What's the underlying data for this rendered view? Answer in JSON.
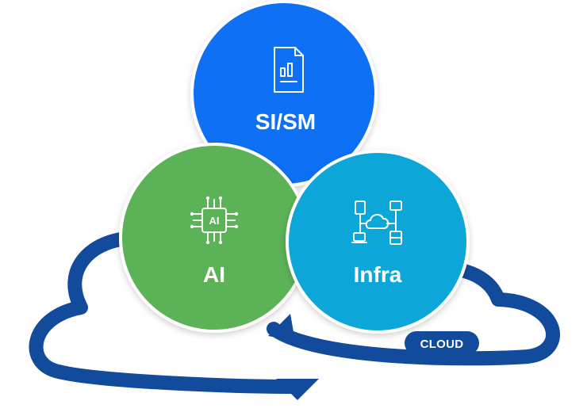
{
  "diagram": {
    "colors": {
      "cloud_outline": "#124a9c",
      "si_sm_circle": "#0a6ff5",
      "ai_circle": "#5cb256",
      "infra_circle": "#0ba6d8",
      "badge": "#124a9c",
      "text": "#ffffff"
    },
    "nodes": {
      "si_sm": {
        "label": "SI/SM",
        "icon": "report-document-icon"
      },
      "ai": {
        "label": "AI",
        "icon": "ai-chip-icon",
        "icon_text": "AI"
      },
      "infra": {
        "label": "Infra",
        "icon": "cloud-network-icon"
      }
    },
    "cloud": {
      "badge_label": "CLOUD"
    }
  }
}
